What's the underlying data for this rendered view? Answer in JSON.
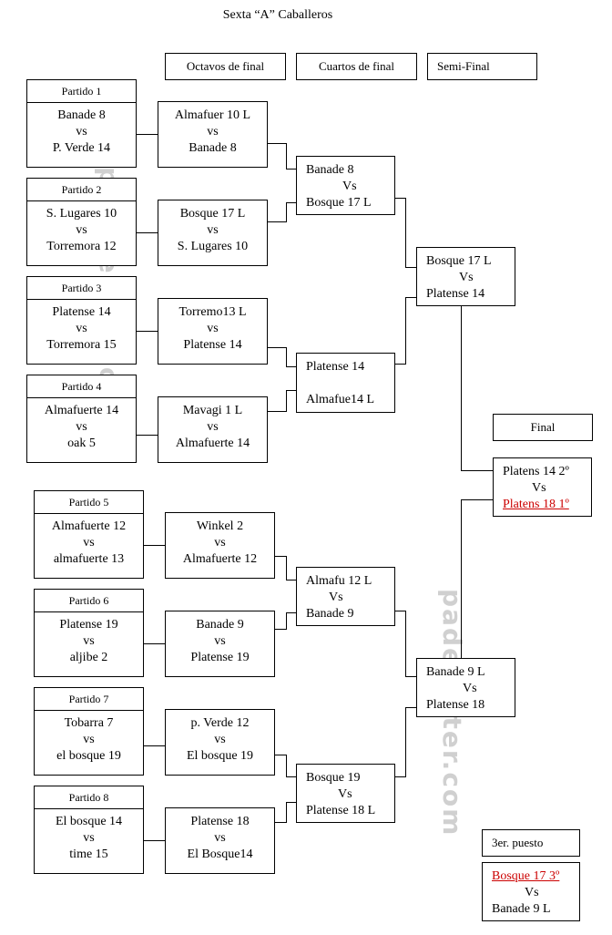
{
  "title": "Sexta “A” Caballeros",
  "headers": {
    "octavos": "Octavos de final",
    "cuartos": "Cuartos de final",
    "semi": "Semi-Final",
    "final": "Final",
    "tercer": "3er. puesto"
  },
  "watermark": "padelenter.com",
  "vs_lower": "vs",
  "vs_upper": "Vs",
  "partidos": [
    {
      "label": "Partido 1",
      "a": "Banade 8",
      "b": "P. Verde 14"
    },
    {
      "label": "Partido 2",
      "a": "S. Lugares 10",
      "b": "Torremora 12"
    },
    {
      "label": "Partido 3",
      "a": "Platense 14",
      "b": "Torremora 15"
    },
    {
      "label": "Partido 4",
      "a": "Almafuerte 14",
      "b": "oak 5"
    },
    {
      "label": "Partido 5",
      "a": "Almafuerte 12",
      "b": "almafuerte 13"
    },
    {
      "label": "Partido 6",
      "a": "Platense 19",
      "b": "aljibe 2"
    },
    {
      "label": "Partido 7",
      "a": "Tobarra 7",
      "b": "el bosque 19"
    },
    {
      "label": "Partido 8",
      "a": "El bosque 14",
      "b": "time 15"
    }
  ],
  "octavos": [
    {
      "a": "Almafuer 10 L",
      "b": "Banade 8"
    },
    {
      "a": "Bosque 17 L",
      "b": "S. Lugares 10"
    },
    {
      "a": "Torremo13 L",
      "b": "Platense 14"
    },
    {
      "a": "Mavagi 1 L",
      "b": "Almafuerte 14"
    },
    {
      "a": "Winkel 2",
      "b": "Almafuerte 12"
    },
    {
      "a": "Banade 9",
      "b": "Platense 19"
    },
    {
      "a": "p. Verde 12",
      "b": "El bosque 19"
    },
    {
      "a": "Platense 18",
      "b": "El Bosque14"
    }
  ],
  "cuartos": [
    {
      "a": "Banade 8",
      "b": "Bosque 17 L"
    },
    {
      "a": "Platense 14",
      "b": "Almafue14 L"
    },
    {
      "a": "Almafu 12 L",
      "b": "Banade 9"
    },
    {
      "a": "Bosque 19",
      "b": "Platense 18 L"
    }
  ],
  "semis": [
    {
      "a": "Bosque 17 L",
      "b": "Platense 14"
    },
    {
      "a": "Banade 9 L",
      "b": "Platense 18"
    }
  ],
  "final": {
    "a": "Platens 14  2º",
    "b": "Platens 18  1º"
  },
  "tercer": {
    "a": "Bosque 17 3º",
    "b": "Banade 9 L"
  },
  "colors": {
    "winner_red": "#cc0000",
    "watermark": "#d0d0d0"
  }
}
